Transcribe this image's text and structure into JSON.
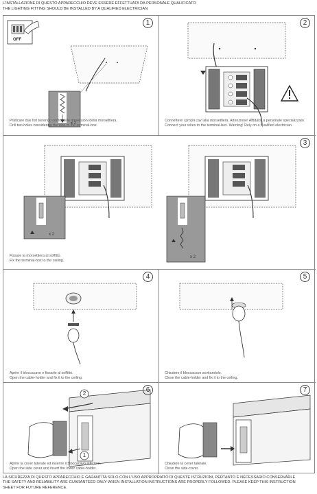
{
  "header": {
    "line_it": "L'INSTALLAZIONE DI QUESTO APPARECCHIO DEVE ESSERE EFFETTUATA DA PERSONALE QUALIFICATO",
    "line_en": "THE LIGHTING FITTING SHOULD BE INSTALLED BY A QUALIFIED ELECTRICIAN"
  },
  "steps": [
    {
      "number": "1",
      "off_label": "OFF",
      "qty": "x 2",
      "caption_it": "Praticare due fori tenendo conto delle dimensioni della morsettiera.",
      "caption_en": "Drill two holes considering the size of the terminal-box."
    },
    {
      "number": "2",
      "caption_it": "Connettere i propri cavi alla morsettiera. Attenzione! Affidarsi a personale specializzato.",
      "caption_en": "Connect your wires to the terminal-box. Warning! Rely on a qualified electrician."
    },
    {
      "number": "3",
      "qty_left": "x 2",
      "qty_right": "x 2",
      "caption_it": "Fissare la morsettiera al soffitto.",
      "caption_en": "Fix the terminal-box to the ceiling."
    },
    {
      "number": "4",
      "caption_it": "Aprire il bloccacavo e fissarlo al soffitto.",
      "caption_en": "Open the cable-holder and fix it to the ceiling."
    },
    {
      "number": "5",
      "caption_it": "Chiudere il bloccacavo avvitandolo.",
      "caption_en": "Close the cable-holder and fix it to the ceiling."
    },
    {
      "number": "6",
      "marker_a": "2",
      "marker_b": "1",
      "caption_it": "Aprire la cover laterale ed inserire il bloccacavo inferiore.",
      "caption_en": "Open the side cover and insert the lower cable-holder."
    },
    {
      "number": "7",
      "caption_it": "Chiudere la cover laterale.",
      "caption_en": "Close the side-cover."
    }
  ],
  "footer": {
    "line_it": "LA SICUREZZA DI QUESTO APPARECCHIO È GARANTITA SOLO CON L'USO APPROPRIATO DI QUESTE ISTRUZIONI, PERTANTO È NECESSARIO CONSERVARLE",
    "line_en_1": "THE SAFETY AND RELIABILITY ARE GUARANTEED ONLY WHEN INSTALLATION INSTRUCTIONS ARE PROPERLY FOLLOWED. PLEASE KEEP THIS INSTRUCTION",
    "line_en_2": "SHEET FOR FUTURE REFERENCE."
  }
}
